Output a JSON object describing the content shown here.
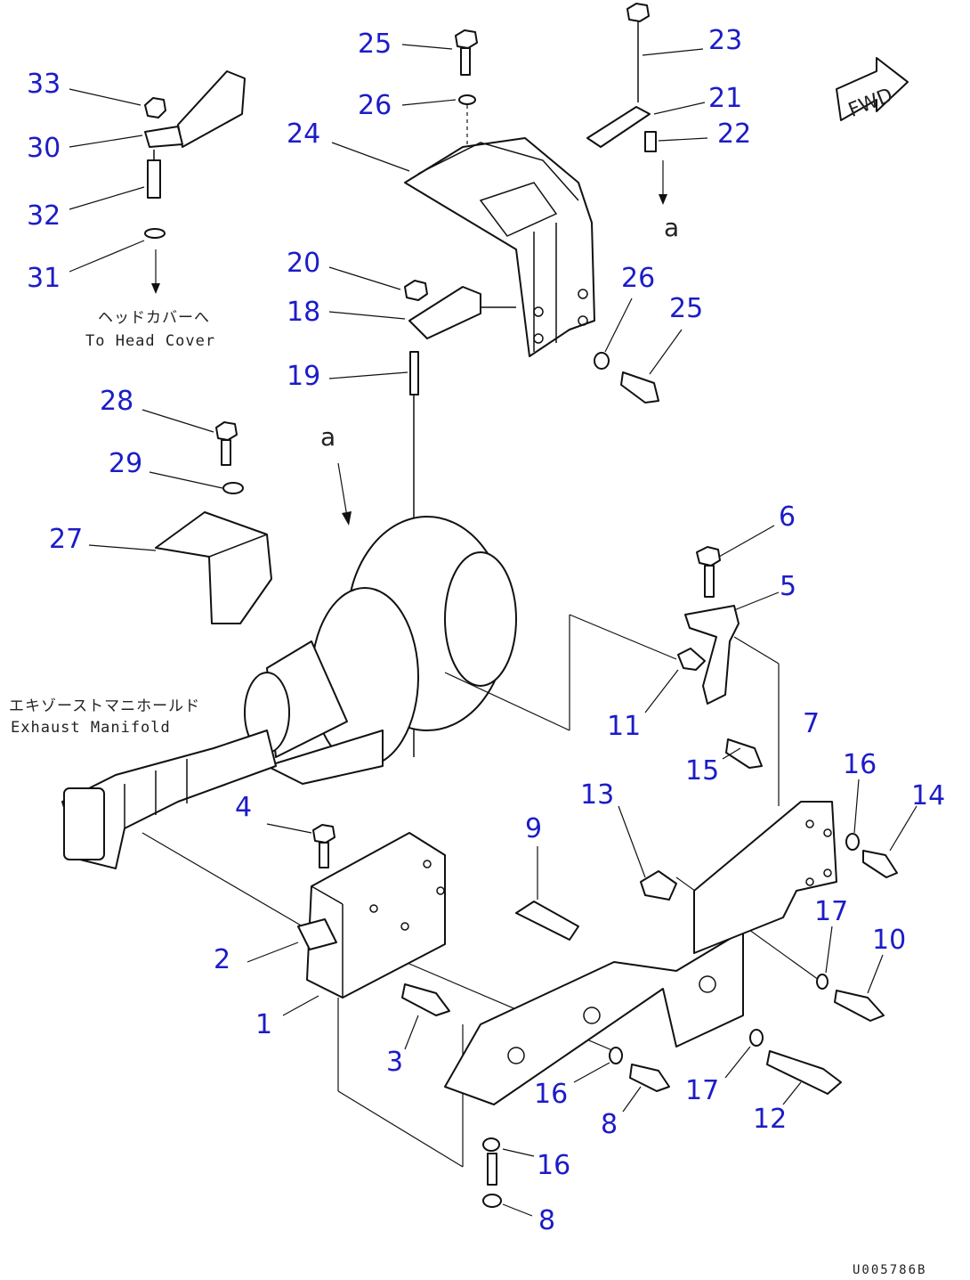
{
  "callouts": [
    {
      "id": "33",
      "label": "33"
    },
    {
      "id": "30",
      "label": "30"
    },
    {
      "id": "32",
      "label": "32"
    },
    {
      "id": "31",
      "label": "31"
    },
    {
      "id": "25a",
      "label": "25"
    },
    {
      "id": "26a",
      "label": "26"
    },
    {
      "id": "24",
      "label": "24"
    },
    {
      "id": "23",
      "label": "23"
    },
    {
      "id": "21",
      "label": "21"
    },
    {
      "id": "22",
      "label": "22"
    },
    {
      "id": "20",
      "label": "20"
    },
    {
      "id": "18",
      "label": "18"
    },
    {
      "id": "19",
      "label": "19"
    },
    {
      "id": "26b",
      "label": "26"
    },
    {
      "id": "25b",
      "label": "25"
    },
    {
      "id": "28",
      "label": "28"
    },
    {
      "id": "29",
      "label": "29"
    },
    {
      "id": "27",
      "label": "27"
    },
    {
      "id": "6",
      "label": "6"
    },
    {
      "id": "5",
      "label": "5"
    },
    {
      "id": "11",
      "label": "11"
    },
    {
      "id": "15",
      "label": "15"
    },
    {
      "id": "7",
      "label": "7"
    },
    {
      "id": "16a",
      "label": "16"
    },
    {
      "id": "14",
      "label": "14"
    },
    {
      "id": "13",
      "label": "13"
    },
    {
      "id": "9",
      "label": "9"
    },
    {
      "id": "4",
      "label": "4"
    },
    {
      "id": "17a",
      "label": "17"
    },
    {
      "id": "10",
      "label": "10"
    },
    {
      "id": "2",
      "label": "2"
    },
    {
      "id": "1",
      "label": "1"
    },
    {
      "id": "3",
      "label": "3"
    },
    {
      "id": "16b",
      "label": "16"
    },
    {
      "id": "8a",
      "label": "8"
    },
    {
      "id": "17b",
      "label": "17"
    },
    {
      "id": "12",
      "label": "12"
    },
    {
      "id": "16c",
      "label": "16"
    },
    {
      "id": "8b",
      "label": "8"
    }
  ],
  "notes": {
    "head_cover_jp": "ヘッドカバーへ",
    "head_cover_en": "To Head Cover",
    "exhaust_jp": "エキゾーストマニホールド",
    "exhaust_en": "Exhaust Manifold",
    "ref_a1": "a",
    "ref_a2": "a",
    "fwd": "FWD",
    "doc_number": "U005786B"
  },
  "colors": {
    "callout": "#1c1cc8",
    "line": "#111111",
    "background": "#ffffff"
  }
}
